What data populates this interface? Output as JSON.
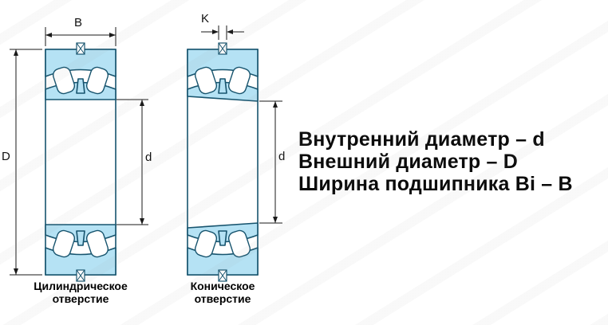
{
  "diagram": {
    "dims": {
      "width_label": "B",
      "outer_diameter_label": "D",
      "bore_label": "d",
      "taper_label": "K"
    },
    "captions": {
      "cylindrical": {
        "line1": "Цилиндрическое",
        "line2": "отверстие"
      },
      "tapered": {
        "line1": "Коническое",
        "line2": "отверстие"
      }
    },
    "colors": {
      "ring_fill": "#b5e2f4",
      "outline": "#17546e",
      "dimension": "#1a1a1a"
    }
  },
  "legend": {
    "inner_diameter": "Внутренний диаметр – d",
    "outer_diameter": "Внешний диаметр – D",
    "width": "Ширина подшипника Bi – B"
  }
}
